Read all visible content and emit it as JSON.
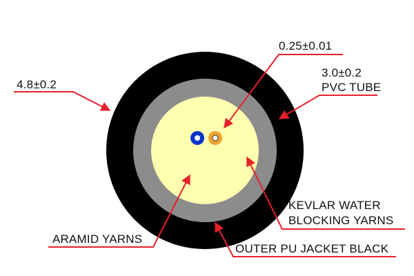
{
  "colors": {
    "outer_jacket": "#000000",
    "pvc_tube": "#8c8c8c",
    "aramid_fill": "#ffffb0",
    "fiber_blue": "#0033cc",
    "fiber_orange": "#f0a030",
    "leader_line": "#e8202a"
  },
  "labels": {
    "outer_diameter": "4.8±0.2",
    "fiber_diameter": "0.25±0.01",
    "tube_diameter": "3.0±0.2",
    "tube_name": "PVC TUBE",
    "kevlar_line1": "KEVLAR WATER",
    "kevlar_line2": "BLOCKING YARNS",
    "aramid": "ARAMID YARNS",
    "jacket": "OUTER PU JACKET BLACK"
  }
}
